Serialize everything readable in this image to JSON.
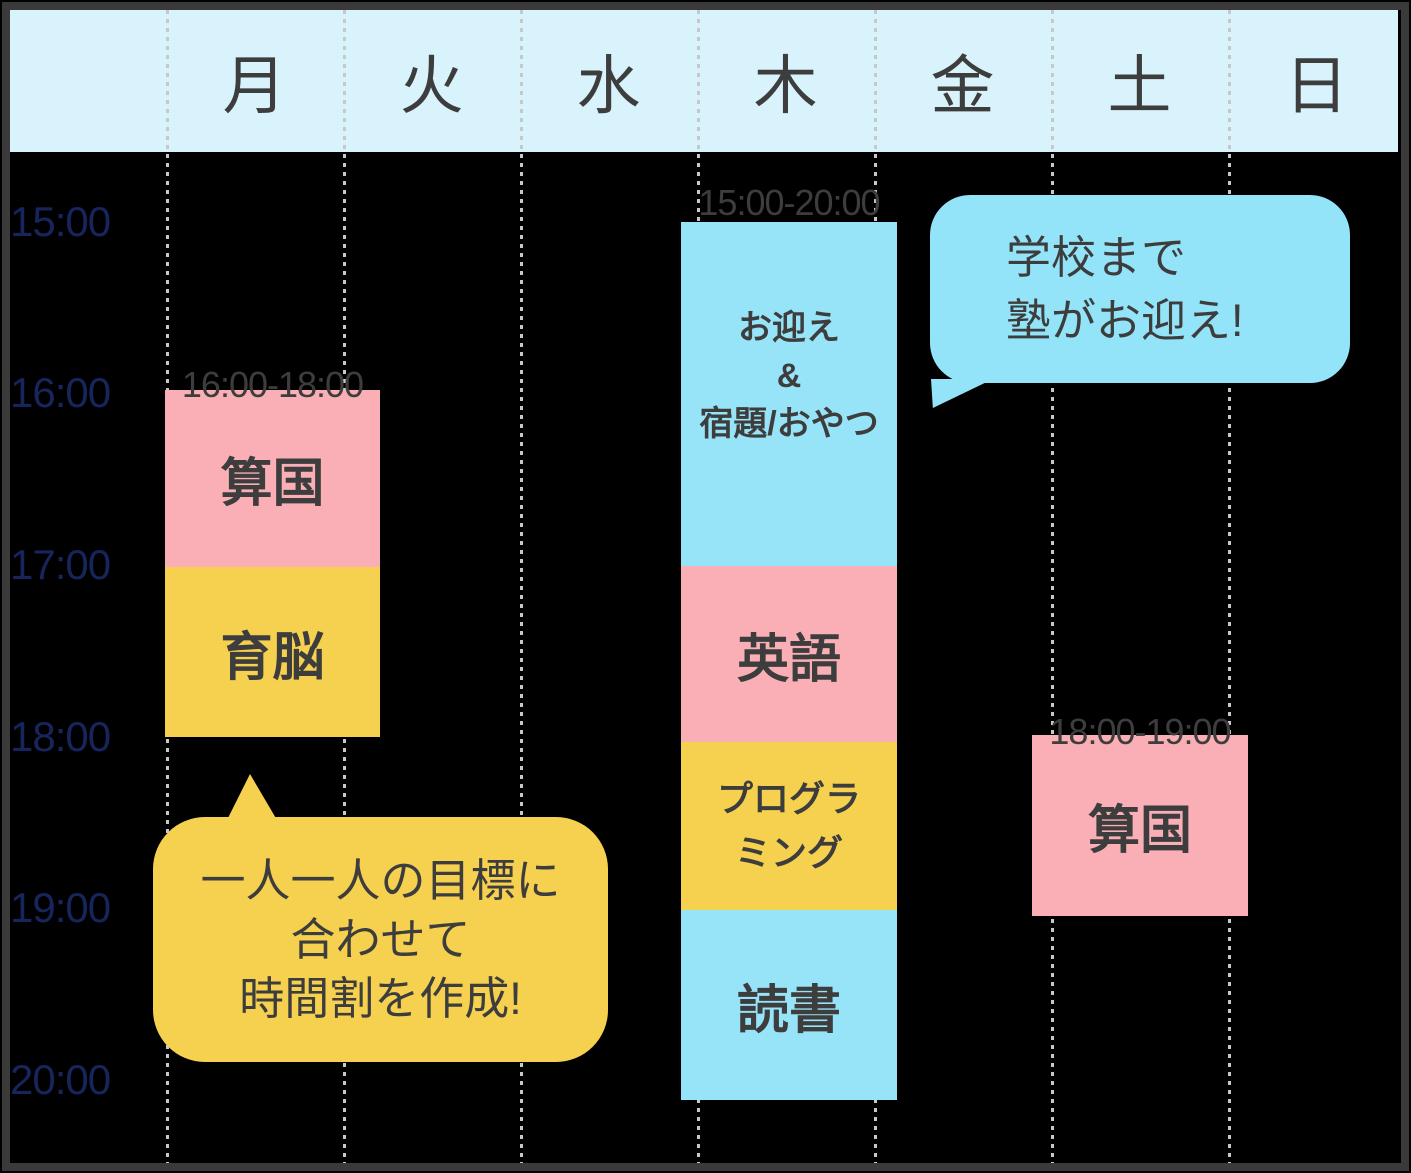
{
  "schedule": {
    "days": [
      "月",
      "火",
      "水",
      "木",
      "金",
      "土",
      "日"
    ],
    "times": [
      "15:00",
      "16:00",
      "17:00",
      "18:00",
      "19:00",
      "20:00"
    ]
  },
  "events": {
    "mon_block1": {
      "time_range": "16:00-18:00",
      "title": "算国"
    },
    "mon_block2": {
      "title": "育脳"
    },
    "thu_block1": {
      "time_range": "15:00-20:00",
      "line1": "お迎え",
      "line2": "&",
      "line3": "宿題/おやつ"
    },
    "thu_block2": {
      "title": "英語"
    },
    "thu_block3": {
      "line1": "プログラ",
      "line2": "ミング"
    },
    "thu_block4": {
      "title": "読書"
    },
    "sat_block1": {
      "time_range": "18:00-19:00",
      "title": "算国"
    }
  },
  "bubbles": {
    "pickup": {
      "line1": "学校まで",
      "line2": "塾がお迎え!"
    },
    "goal": {
      "line1": "一人一人の目標に",
      "line2": "合わせて",
      "line3": "時間割を作成!"
    }
  },
  "colors": {
    "background": "#000000",
    "frame_border": "#3a3a3a",
    "header_bg": "#d8f3fc",
    "divider": "#c8c8c8",
    "pink": "#f9afb5",
    "yellow": "#f6d04f",
    "blue": "#97e3f8",
    "bubble_blue": "#93e4f8",
    "bubble_yellow": "#f6d04f",
    "time_text": "#18255c",
    "dark_text": "#3d3d3d"
  }
}
